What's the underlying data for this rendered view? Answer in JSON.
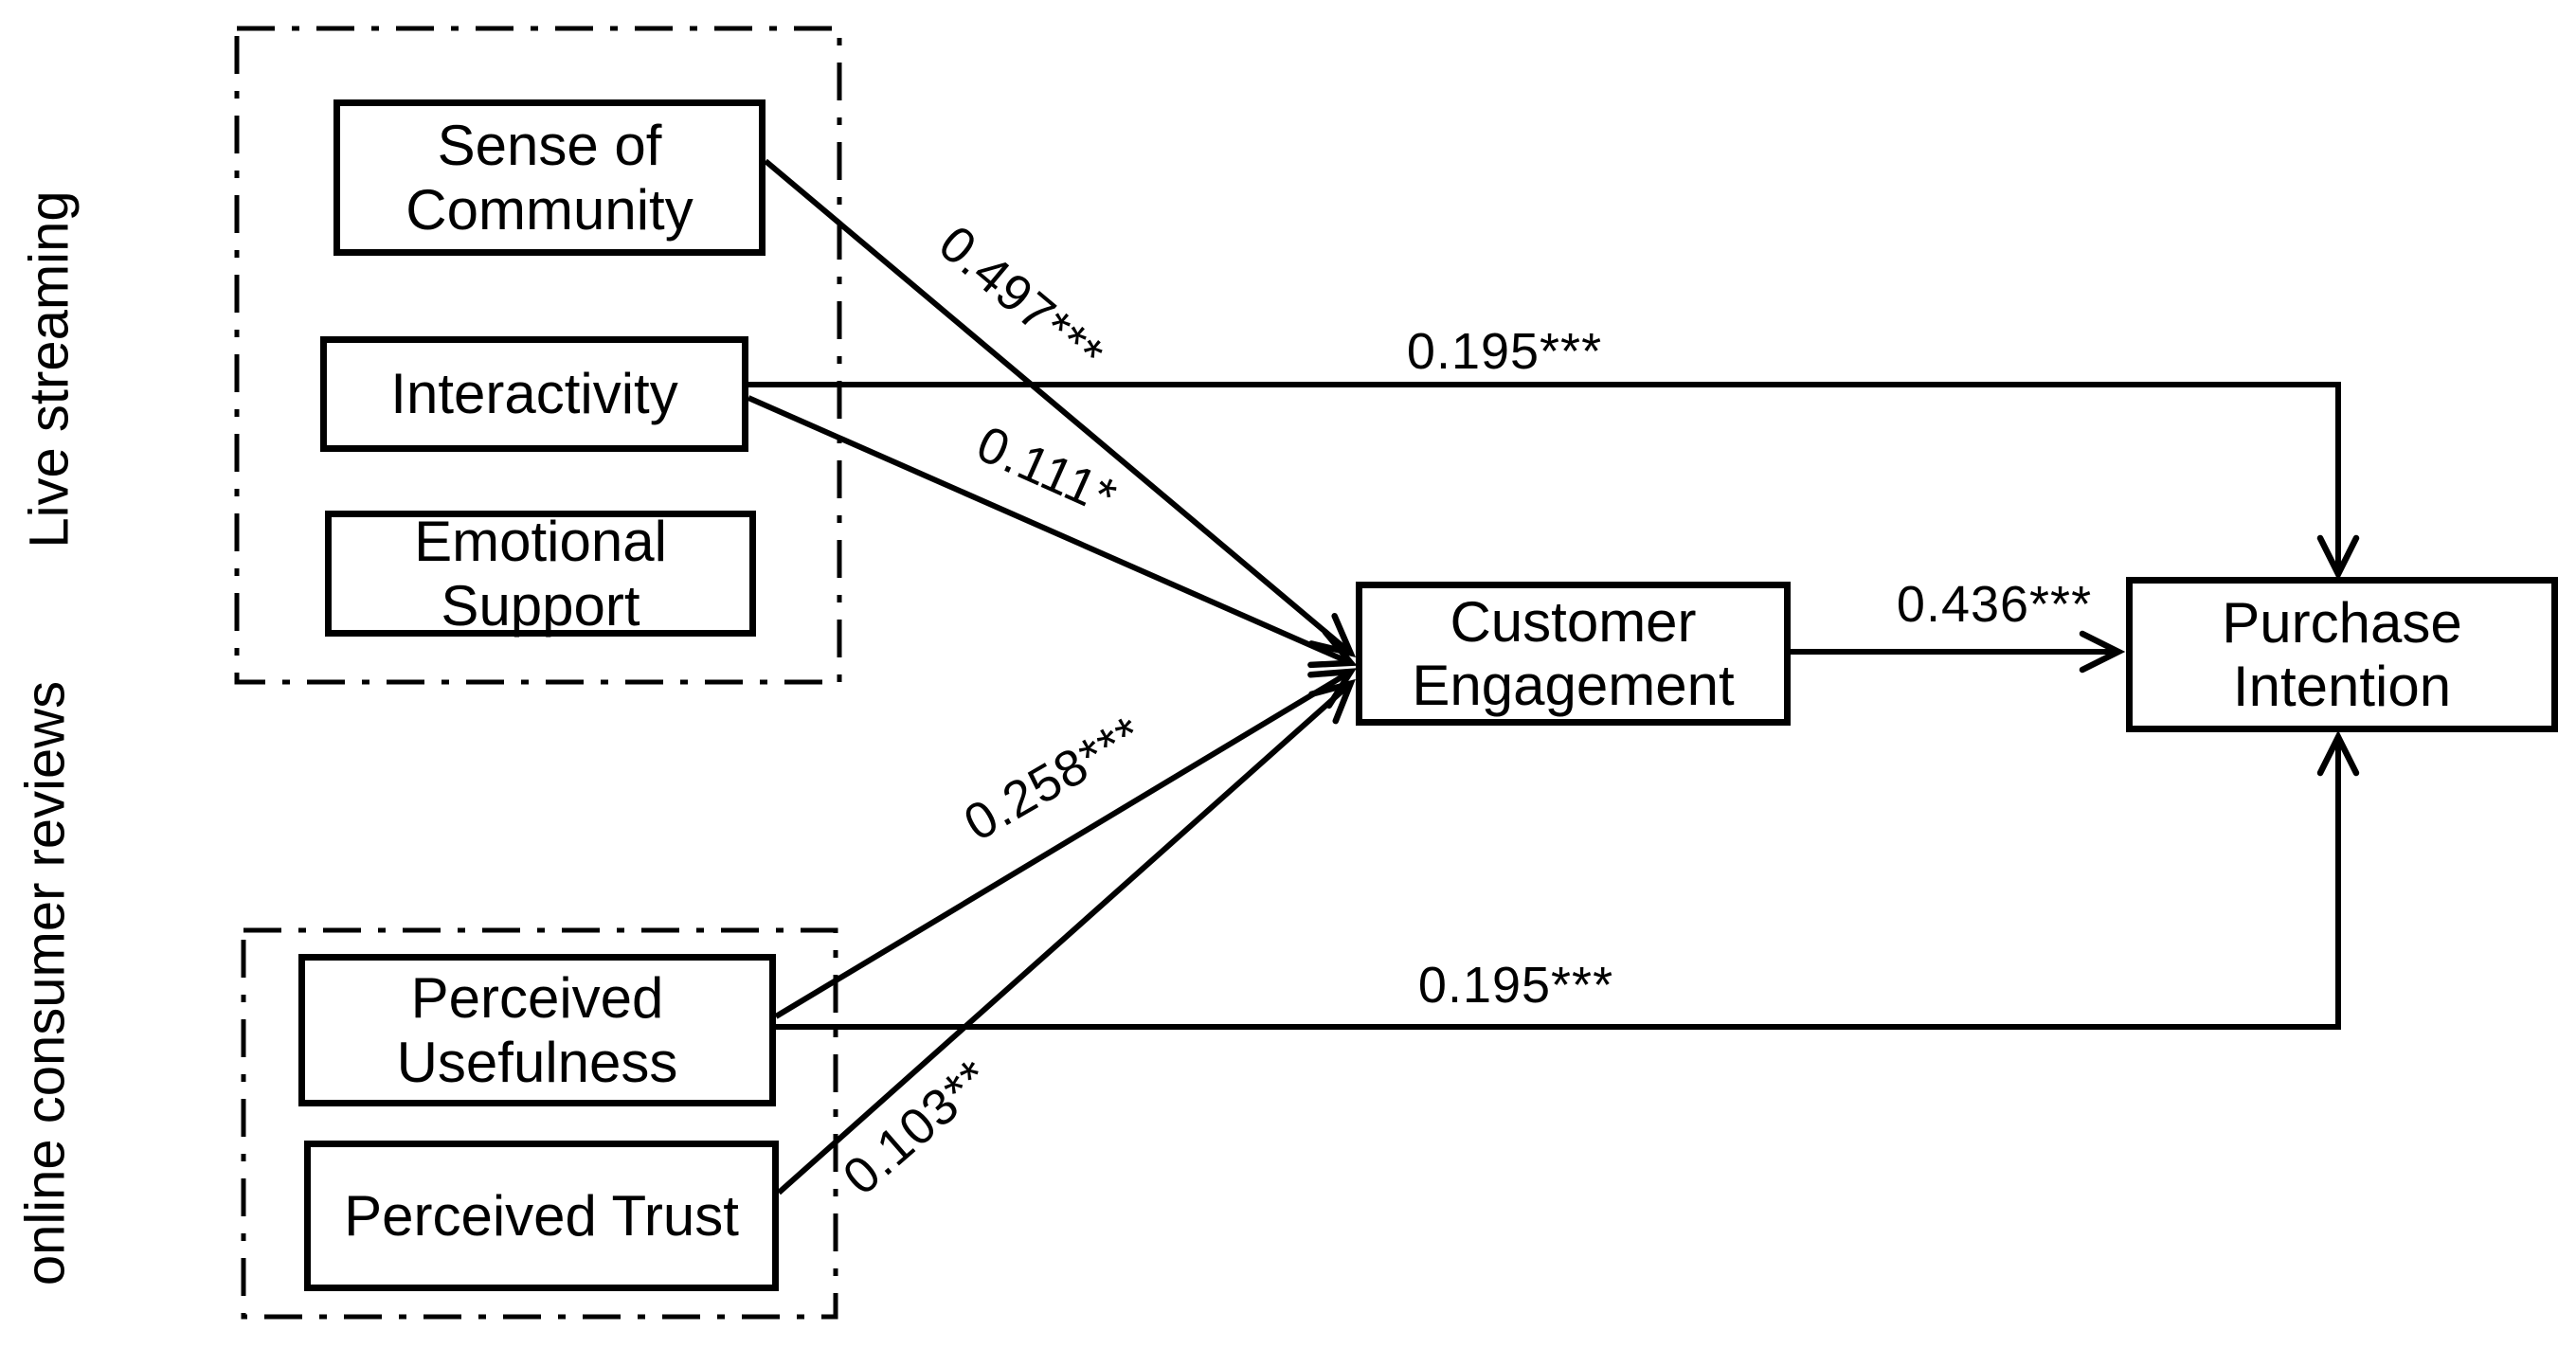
{
  "figure": {
    "type": "structural-path-diagram",
    "background_color": "#ffffff",
    "ink_color": "#000000"
  },
  "groups": [
    {
      "label": "Live streaming",
      "members": [
        "Sense of Community",
        "Interactivity",
        "Emotional Support"
      ]
    },
    {
      "label": "online consumer reviews",
      "members": [
        "Perceived Usefulness",
        "Perceived Trust"
      ]
    }
  ],
  "nodes": [
    {
      "id": "sense-of-community",
      "label": "Sense of Community"
    },
    {
      "id": "interactivity",
      "label": "Interactivity"
    },
    {
      "id": "emotional-support",
      "label": "Emotional Support"
    },
    {
      "id": "perceived-usefulness",
      "label": "Perceived Usefulness"
    },
    {
      "id": "perceived-trust",
      "label": "Perceived Trust"
    },
    {
      "id": "customer-engagement",
      "label": "Customer Engagement"
    },
    {
      "id": "purchase-intention",
      "label": "Purchase Intention"
    }
  ],
  "paths": [
    {
      "from": "Sense of Community",
      "to": "Customer Engagement",
      "coefficient": "0.497***"
    },
    {
      "from": "Interactivity",
      "to": "Purchase Intention",
      "coefficient": "0.195***"
    },
    {
      "from": "Interactivity",
      "to": "Customer Engagement",
      "coefficient": "0.111*"
    },
    {
      "from": "Perceived Usefulness",
      "to": "Customer Engagement",
      "coefficient": "0.258***"
    },
    {
      "from": "Perceived Usefulness",
      "to": "Purchase Intention",
      "coefficient": "0.195***"
    },
    {
      "from": "Perceived Trust",
      "to": "Customer Engagement",
      "coefficient": "0.103**"
    },
    {
      "from": "Customer Engagement",
      "to": "Purchase Intention",
      "coefficient": "0.436***"
    }
  ]
}
